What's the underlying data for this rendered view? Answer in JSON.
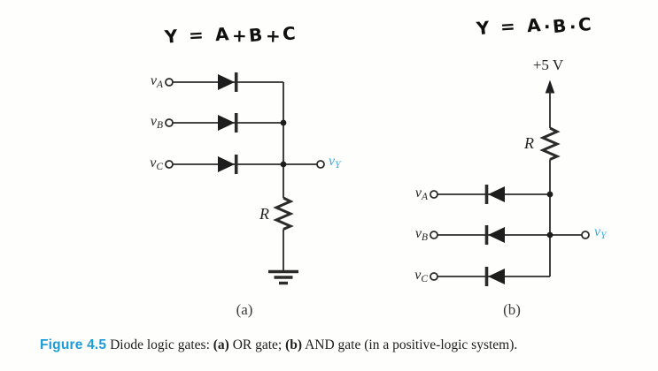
{
  "colors": {
    "accent_cyan": "#2fabe1",
    "caption_label_blue": "#1b9cd8",
    "line": "#2b2b2b"
  },
  "circuit_a": {
    "formula": "Y = A+B+C",
    "inputs": [
      {
        "name": "v",
        "sub": "A"
      },
      {
        "name": "v",
        "sub": "B"
      },
      {
        "name": "v",
        "sub": "C"
      }
    ],
    "output": {
      "name": "v",
      "sub": "Y"
    },
    "resistor_label": "R",
    "panel_label": "(a)"
  },
  "circuit_b": {
    "formula": "Y = A·B·C",
    "supply_label": "+5 V",
    "inputs": [
      {
        "name": "v",
        "sub": "A"
      },
      {
        "name": "v",
        "sub": "B"
      },
      {
        "name": "v",
        "sub": "C"
      }
    ],
    "output": {
      "name": "v",
      "sub": "Y"
    },
    "resistor_label": "R",
    "panel_label": "(b)"
  },
  "caption": {
    "segments": [
      "Figure 4.5",
      "  Diode logic gates: ",
      "(a)",
      " OR gate; ",
      "(b)",
      " AND gate (in a positive-logic system)."
    ]
  }
}
